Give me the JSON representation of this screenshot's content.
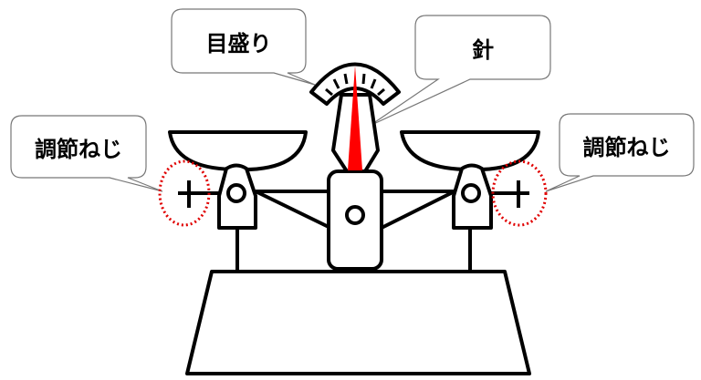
{
  "labels": {
    "scale": "目盛り",
    "needle": "針",
    "screw_left": "調節ねじ",
    "screw_right": "調節ねじ"
  },
  "colors": {
    "needle": "#ff0000",
    "highlight": "#e00000"
  }
}
